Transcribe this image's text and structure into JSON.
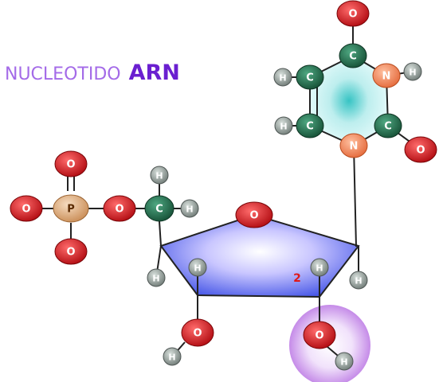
{
  "title": {
    "prefix": "NUCLEOTIDO",
    "suffix": "ARN",
    "prefix_color": "#a46be8",
    "suffix_color": "#6a1fd0"
  },
  "ring_marker": "2",
  "atom_colors": {
    "O": "#d8141a",
    "C": "#1f6f4a",
    "N": "#f4875a",
    "H": "#9aa6a2",
    "P": "#e4b282"
  },
  "highlight_color": "#c58be8",
  "atoms": [
    {
      "id": "o1",
      "label": "O",
      "type": "O"
    },
    {
      "id": "c_top",
      "label": "C",
      "type": "C"
    },
    {
      "id": "n1",
      "label": "N",
      "type": "N"
    },
    {
      "id": "h_n1",
      "label": "H",
      "type": "H"
    },
    {
      "id": "c_left_top",
      "label": "C",
      "type": "C"
    },
    {
      "id": "h_cl1",
      "label": "H",
      "type": "H"
    },
    {
      "id": "c_left_bot",
      "label": "C",
      "type": "C"
    },
    {
      "id": "h_cl2",
      "label": "H",
      "type": "H"
    },
    {
      "id": "c_right",
      "label": "C",
      "type": "C"
    },
    {
      "id": "o2",
      "label": "O",
      "type": "O"
    },
    {
      "id": "n_base",
      "label": "N",
      "type": "N"
    },
    {
      "id": "o_p_top",
      "label": "O",
      "type": "O"
    },
    {
      "id": "p",
      "label": "P",
      "type": "P"
    },
    {
      "id": "o_p_left",
      "label": "O",
      "type": "O"
    },
    {
      "id": "o_p_bot",
      "label": "O",
      "type": "O"
    },
    {
      "id": "o_link",
      "label": "O",
      "type": "O"
    },
    {
      "id": "c5",
      "label": "C",
      "type": "C"
    },
    {
      "id": "h_c5_top",
      "label": "H",
      "type": "H"
    },
    {
      "id": "h_c5_right",
      "label": "H",
      "type": "H"
    },
    {
      "id": "o_ring",
      "label": "O",
      "type": "O"
    },
    {
      "id": "h_c4",
      "label": "H",
      "type": "H"
    },
    {
      "id": "h_c3",
      "label": "H",
      "type": "H"
    },
    {
      "id": "h_c2",
      "label": "H",
      "type": "H"
    },
    {
      "id": "h_c1",
      "label": "H",
      "type": "H"
    },
    {
      "id": "o_3",
      "label": "O",
      "type": "O"
    },
    {
      "id": "h_o3",
      "label": "H",
      "type": "H"
    },
    {
      "id": "o_2",
      "label": "O",
      "type": "O"
    },
    {
      "id": "h_o2",
      "label": "H",
      "type": "H"
    }
  ]
}
